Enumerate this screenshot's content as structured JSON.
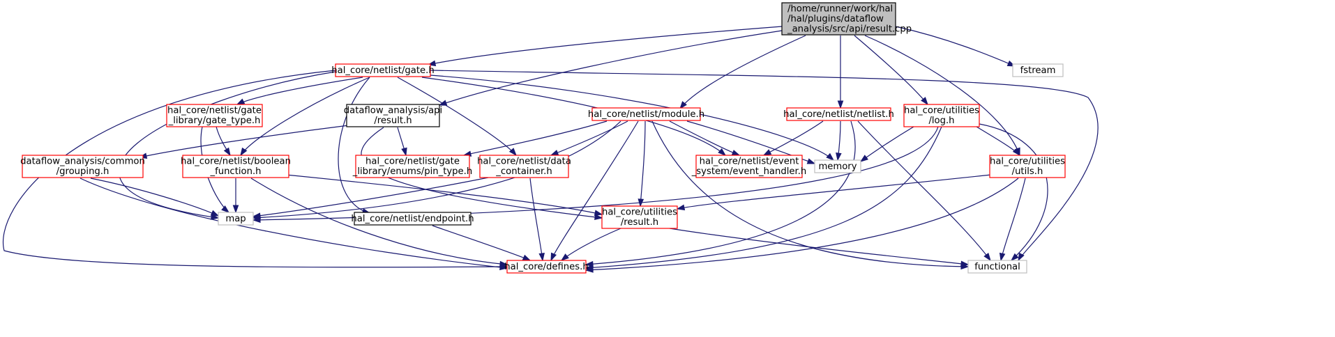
{
  "colors": {
    "edge": "#191970",
    "root_fill": "#bfbfbf",
    "root_border": "#000000",
    "documented_border": "#ff0000",
    "plain_border": "#000000",
    "external_border": "#bfbfbf",
    "text": "#000000"
  },
  "nodes": [
    {
      "id": "root",
      "kind": "root",
      "lines": [
        "/home/runner/work/hal",
        "/hal/plugins/dataflow",
        "_analysis/src/api/result.cpp"
      ]
    },
    {
      "id": "gate_h",
      "kind": "documented",
      "lines": [
        "hal_core/netlist/gate.h"
      ]
    },
    {
      "id": "fstream",
      "kind": "external",
      "lines": [
        "fstream"
      ]
    },
    {
      "id": "gate_type_h",
      "kind": "documented",
      "lines": [
        "hal_core/netlist/gate",
        "_library/gate_type.h"
      ]
    },
    {
      "id": "dfa_result_h",
      "kind": "plain",
      "lines": [
        "dataflow_analysis/api",
        "/result.h"
      ]
    },
    {
      "id": "module_h",
      "kind": "documented",
      "lines": [
        "hal_core/netlist/module.h"
      ]
    },
    {
      "id": "netlist_h",
      "kind": "documented",
      "lines": [
        "hal_core/netlist/netlist.h"
      ]
    },
    {
      "id": "log_h",
      "kind": "documented",
      "lines": [
        "hal_core/utilities",
        "/log.h"
      ]
    },
    {
      "id": "grouping_h",
      "kind": "documented",
      "lines": [
        "dataflow_analysis/common",
        "/grouping.h"
      ]
    },
    {
      "id": "boolean_function_h",
      "kind": "documented",
      "lines": [
        "hal_core/netlist/boolean",
        "_function.h"
      ]
    },
    {
      "id": "pin_type_h",
      "kind": "documented",
      "lines": [
        "hal_core/netlist/gate",
        "_library/enums/pin_type.h"
      ]
    },
    {
      "id": "data_container_h",
      "kind": "documented",
      "lines": [
        "hal_core/netlist/data",
        "_container.h"
      ]
    },
    {
      "id": "event_handler_h",
      "kind": "documented",
      "lines": [
        "hal_core/netlist/event",
        "_system/event_handler.h"
      ]
    },
    {
      "id": "memory",
      "kind": "external",
      "lines": [
        "memory"
      ]
    },
    {
      "id": "utils_h",
      "kind": "documented",
      "lines": [
        "hal_core/utilities",
        "/utils.h"
      ]
    },
    {
      "id": "map",
      "kind": "external",
      "lines": [
        "map"
      ]
    },
    {
      "id": "endpoint_h",
      "kind": "plain",
      "lines": [
        "hal_core/netlist/endpoint.h"
      ]
    },
    {
      "id": "util_result_h",
      "kind": "documented",
      "lines": [
        "hal_core/utilities",
        "/result.h"
      ]
    },
    {
      "id": "defines_h",
      "kind": "documented",
      "lines": [
        "hal_core/defines.h"
      ]
    },
    {
      "id": "functional",
      "kind": "external",
      "lines": [
        "functional"
      ]
    }
  ],
  "edges": [
    {
      "from": "root",
      "to": "gate_h"
    },
    {
      "from": "root",
      "to": "dfa_result_h"
    },
    {
      "from": "root",
      "to": "module_h"
    },
    {
      "from": "root",
      "to": "netlist_h"
    },
    {
      "from": "root",
      "to": "log_h"
    },
    {
      "from": "root",
      "to": "utils_h"
    },
    {
      "from": "root",
      "to": "fstream"
    },
    {
      "from": "gate_h",
      "to": "gate_type_h"
    },
    {
      "from": "gate_h",
      "to": "boolean_function_h"
    },
    {
      "from": "gate_h",
      "to": "data_container_h"
    },
    {
      "from": "gate_h",
      "to": "event_handler_h"
    },
    {
      "from": "gate_h",
      "to": "memory"
    },
    {
      "from": "gate_h",
      "to": "map"
    },
    {
      "from": "gate_h",
      "to": "endpoint_h"
    },
    {
      "from": "gate_h",
      "to": "defines_h"
    },
    {
      "from": "gate_h",
      "to": "functional"
    },
    {
      "from": "gate_type_h",
      "to": "boolean_function_h"
    },
    {
      "from": "gate_type_h",
      "to": "map"
    },
    {
      "from": "dfa_result_h",
      "to": "grouping_h"
    },
    {
      "from": "dfa_result_h",
      "to": "pin_type_h"
    },
    {
      "from": "dfa_result_h",
      "to": "util_result_h"
    },
    {
      "from": "module_h",
      "to": "pin_type_h"
    },
    {
      "from": "module_h",
      "to": "data_container_h"
    },
    {
      "from": "module_h",
      "to": "event_handler_h"
    },
    {
      "from": "module_h",
      "to": "memory"
    },
    {
      "from": "module_h",
      "to": "map"
    },
    {
      "from": "module_h",
      "to": "util_result_h"
    },
    {
      "from": "module_h",
      "to": "defines_h"
    },
    {
      "from": "module_h",
      "to": "functional"
    },
    {
      "from": "netlist_h",
      "to": "event_handler_h"
    },
    {
      "from": "netlist_h",
      "to": "memory"
    },
    {
      "from": "netlist_h",
      "to": "defines_h"
    },
    {
      "from": "netlist_h",
      "to": "functional"
    },
    {
      "from": "log_h",
      "to": "memory"
    },
    {
      "from": "log_h",
      "to": "utils_h"
    },
    {
      "from": "log_h",
      "to": "map"
    },
    {
      "from": "log_h",
      "to": "defines_h"
    },
    {
      "from": "log_h",
      "to": "functional"
    },
    {
      "from": "grouping_h",
      "to": "map"
    },
    {
      "from": "grouping_h",
      "to": "defines_h"
    },
    {
      "from": "boolean_function_h",
      "to": "map"
    },
    {
      "from": "boolean_function_h",
      "to": "util_result_h"
    },
    {
      "from": "boolean_function_h",
      "to": "defines_h"
    },
    {
      "from": "data_container_h",
      "to": "map"
    },
    {
      "from": "data_container_h",
      "to": "defines_h"
    },
    {
      "from": "utils_h",
      "to": "util_result_h"
    },
    {
      "from": "utils_h",
      "to": "defines_h"
    },
    {
      "from": "utils_h",
      "to": "functional"
    },
    {
      "from": "endpoint_h",
      "to": "defines_h"
    },
    {
      "from": "util_result_h",
      "to": "defines_h"
    },
    {
      "from": "util_result_h",
      "to": "functional"
    }
  ]
}
